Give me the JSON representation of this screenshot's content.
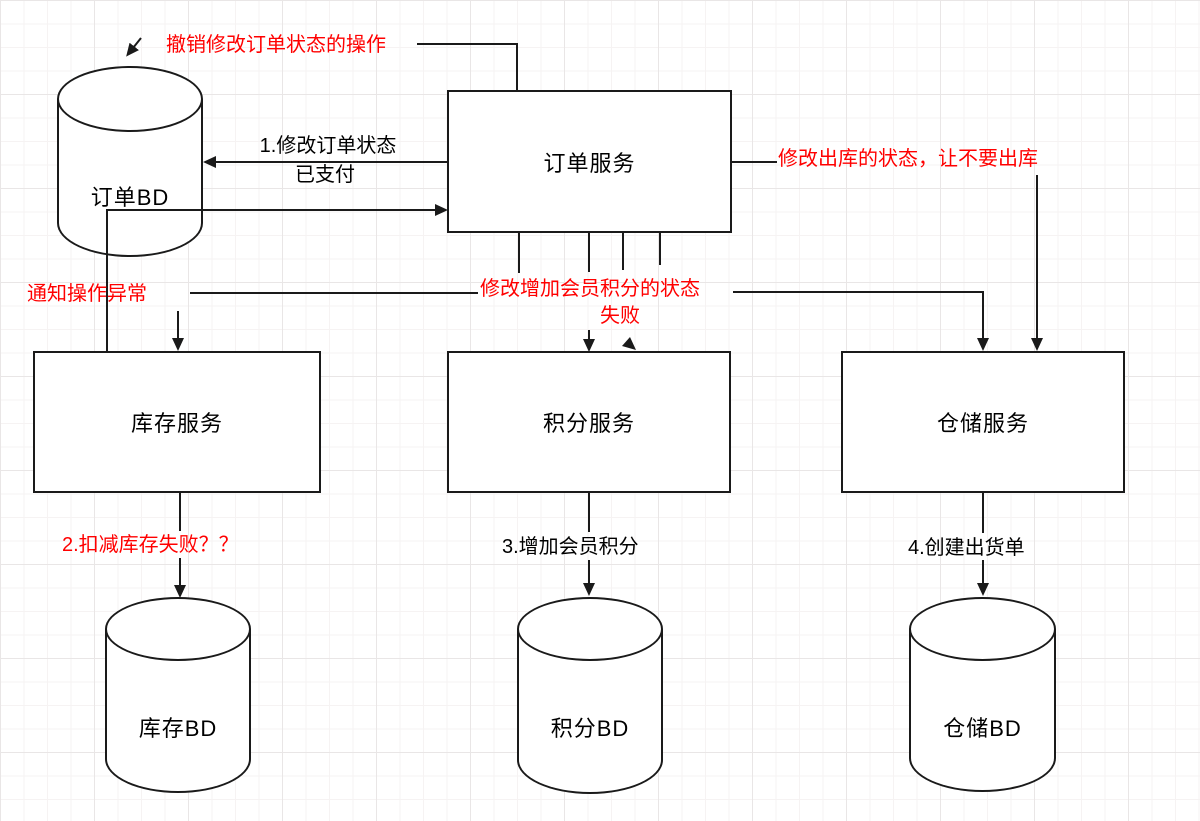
{
  "diagram": {
    "nodes": {
      "order_db": {
        "label": "订单BD",
        "shape": "cylinder"
      },
      "order_service": {
        "label": "订单服务",
        "shape": "rectangle"
      },
      "inventory_service": {
        "label": "库存服务",
        "shape": "rectangle"
      },
      "points_service": {
        "label": "积分服务",
        "shape": "rectangle"
      },
      "warehouse_service": {
        "label": "仓储服务",
        "shape": "rectangle"
      },
      "inventory_db": {
        "label": "库存BD",
        "shape": "cylinder"
      },
      "points_db": {
        "label": "积分BD",
        "shape": "cylinder"
      },
      "warehouse_db": {
        "label": "仓储BD",
        "shape": "cylinder"
      }
    },
    "annotations": {
      "undo_modify_order": {
        "text": "撤销修改订单状态的操作",
        "color": "#ff0000"
      },
      "modify_order_status": {
        "text": "1.修改订单状态",
        "color": "#000000"
      },
      "paid": {
        "text": "已支付",
        "color": "#000000"
      },
      "modify_outbound": {
        "text": "修改出库的状态，让不要出库",
        "color": "#ff0000"
      },
      "notify_exception": {
        "text": "通知操作异常",
        "color": "#ff0000"
      },
      "modify_points_status": {
        "text": "修改增加会员积分的状态",
        "color": "#ff0000"
      },
      "fail": {
        "text": "失败",
        "color": "#ff0000"
      },
      "deduct_inventory_fail": {
        "text": "2.扣减库存失败？？",
        "color": "#ff0000"
      },
      "add_member_points": {
        "text": "3.增加会员积分",
        "color": "#000000"
      },
      "create_shipment": {
        "text": "4.创建出货单",
        "color": "#000000"
      }
    },
    "colors": {
      "line": "#1a1a1a",
      "annotation_red": "#ff0000",
      "text_black": "#000000",
      "node_fill": "#ffffff"
    }
  }
}
